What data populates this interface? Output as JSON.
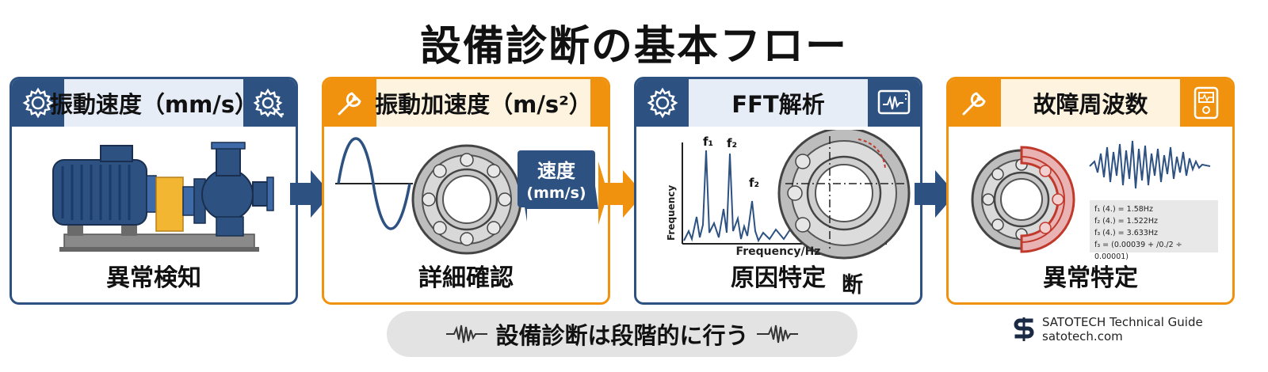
{
  "title": "設備診断の基本フロー",
  "panels": [
    {
      "header": "振動速度（mm/s）",
      "label": "異常検知",
      "left_icon": "gear-icon",
      "right_icon": "gear-wrench-icon"
    },
    {
      "header": "振動加速度（m/s²）",
      "label": "詳細確認",
      "left_icon": "wrench-icon",
      "badge_line1": "速度",
      "badge_line2": "(mm/s)"
    },
    {
      "header": "FFT解析",
      "label": "原因特定",
      "left_icon": "gear-icon",
      "right_icon": "monitor-waveform-icon",
      "extra": "断",
      "peaks": [
        "f₁",
        "f₂",
        "f₂"
      ],
      "ylabel": "Frequency",
      "xlabel": "Frequency/Hz"
    },
    {
      "header": "故障周波数",
      "label": "異常特定",
      "left_icon": "wrench-icon",
      "right_icon": "meter-icon",
      "formulas": [
        "f₁ (4.) = 1.58Hz",
        "f₂ (4.) = 1.522Hz",
        "f₃ (4.) = 3.633Hz",
        "f₃ = (0.00039 + /0./2 ÷ 0.00001)"
      ]
    }
  ],
  "bottom_banner": "設備診断は段階的に行う",
  "brand": {
    "name": "SATOTECH Technical Guide",
    "url": "satotech.com"
  },
  "colors": {
    "blue": "#2d5282",
    "orange": "#f0920e",
    "yellow": "#f2b632",
    "gray": "#7a7a7a"
  }
}
